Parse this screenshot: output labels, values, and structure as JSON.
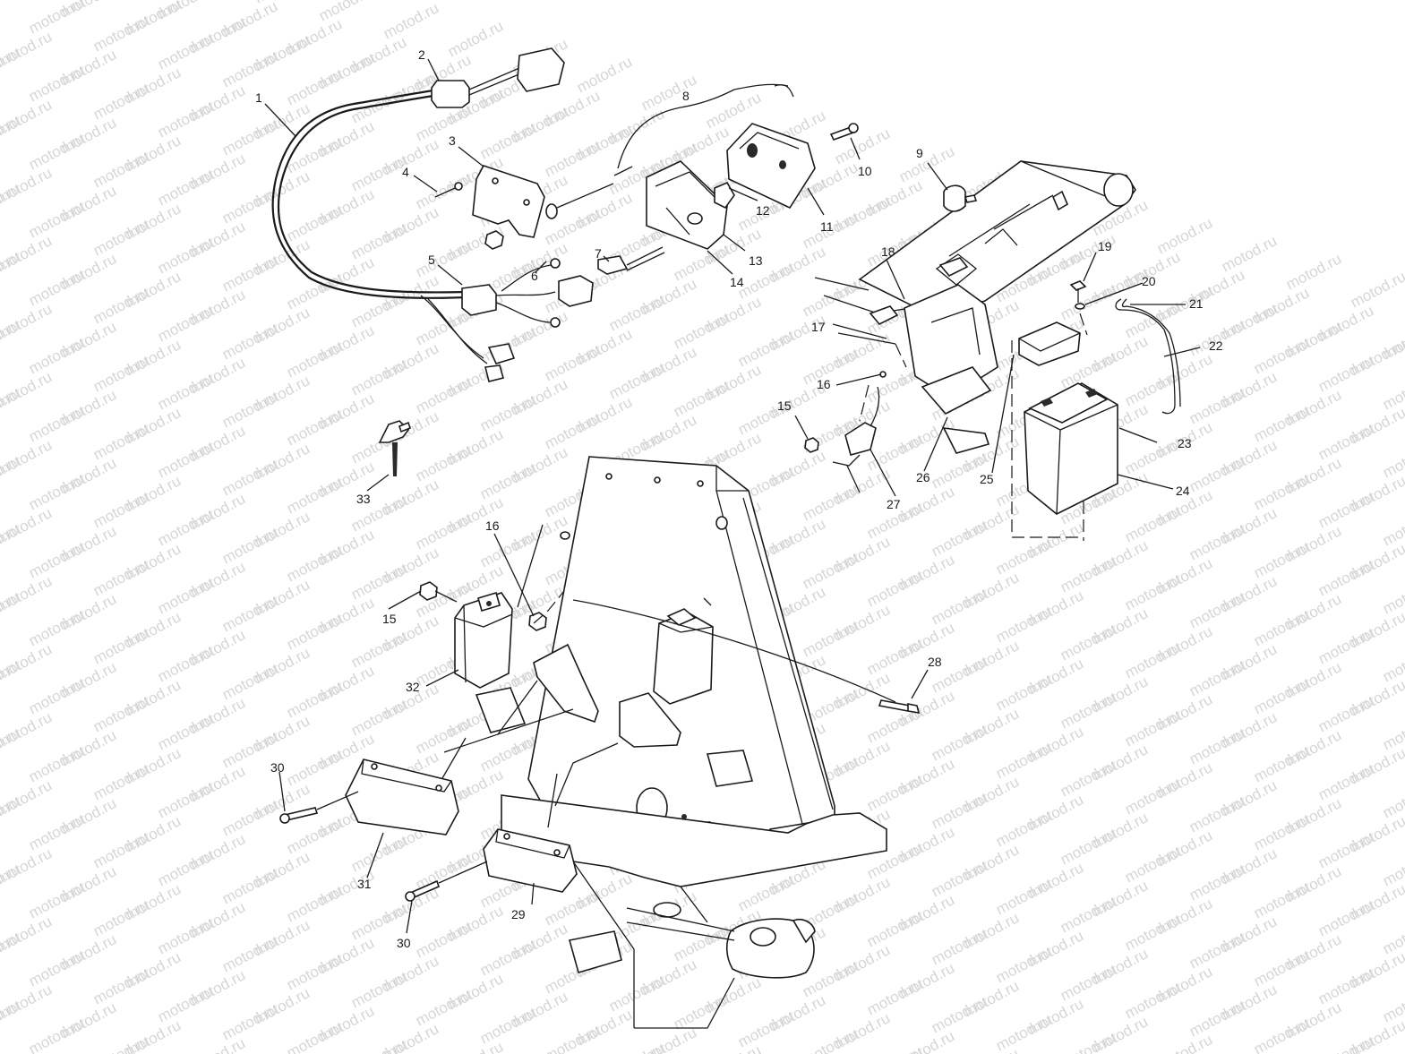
{
  "watermark": {
    "text": "motod.ru"
  },
  "callouts": [
    {
      "id": "c1",
      "label": "1"
    },
    {
      "id": "c2",
      "label": "2"
    },
    {
      "id": "c3",
      "label": "3"
    },
    {
      "id": "c4",
      "label": "4"
    },
    {
      "id": "c5",
      "label": "5"
    },
    {
      "id": "c6",
      "label": "6"
    },
    {
      "id": "c7",
      "label": "7"
    },
    {
      "id": "c8",
      "label": "8"
    },
    {
      "id": "c9",
      "label": "9"
    },
    {
      "id": "c10",
      "label": "10"
    },
    {
      "id": "c11",
      "label": "11"
    },
    {
      "id": "c12",
      "label": "12"
    },
    {
      "id": "c13",
      "label": "13"
    },
    {
      "id": "c14",
      "label": "14"
    },
    {
      "id": "c15a",
      "label": "15"
    },
    {
      "id": "c15b",
      "label": "15"
    },
    {
      "id": "c16a",
      "label": "16"
    },
    {
      "id": "c16b",
      "label": "16"
    },
    {
      "id": "c17",
      "label": "17"
    },
    {
      "id": "c18",
      "label": "18"
    },
    {
      "id": "c19",
      "label": "19"
    },
    {
      "id": "c20",
      "label": "20"
    },
    {
      "id": "c21",
      "label": "21"
    },
    {
      "id": "c22",
      "label": "22"
    },
    {
      "id": "c23",
      "label": "23"
    },
    {
      "id": "c24",
      "label": "24"
    },
    {
      "id": "c25",
      "label": "25"
    },
    {
      "id": "c26",
      "label": "26"
    },
    {
      "id": "c27",
      "label": "27"
    },
    {
      "id": "c28",
      "label": "28"
    },
    {
      "id": "c29",
      "label": "29"
    },
    {
      "id": "c30a",
      "label": "30"
    },
    {
      "id": "c30b",
      "label": "30"
    },
    {
      "id": "c31",
      "label": "31"
    },
    {
      "id": "c32",
      "label": "32"
    },
    {
      "id": "c33",
      "label": "33"
    }
  ]
}
